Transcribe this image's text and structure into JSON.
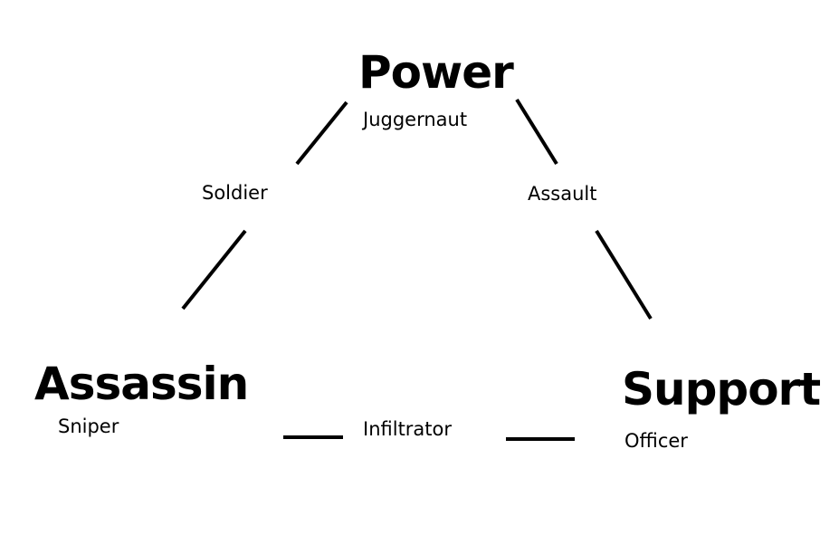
{
  "nodes": {
    "power": {
      "title": "Power",
      "subclass": "Juggernaut"
    },
    "assassin": {
      "title": "Assassin",
      "subclass": "Sniper"
    },
    "support": {
      "title": "Support",
      "subclass": "Officer"
    }
  },
  "edges": {
    "power_assassin": "Soldier",
    "power_support": "Assault",
    "assassin_support": "Infiltrator"
  },
  "colors": {
    "background": "#ffffff",
    "ink": "#000000"
  }
}
